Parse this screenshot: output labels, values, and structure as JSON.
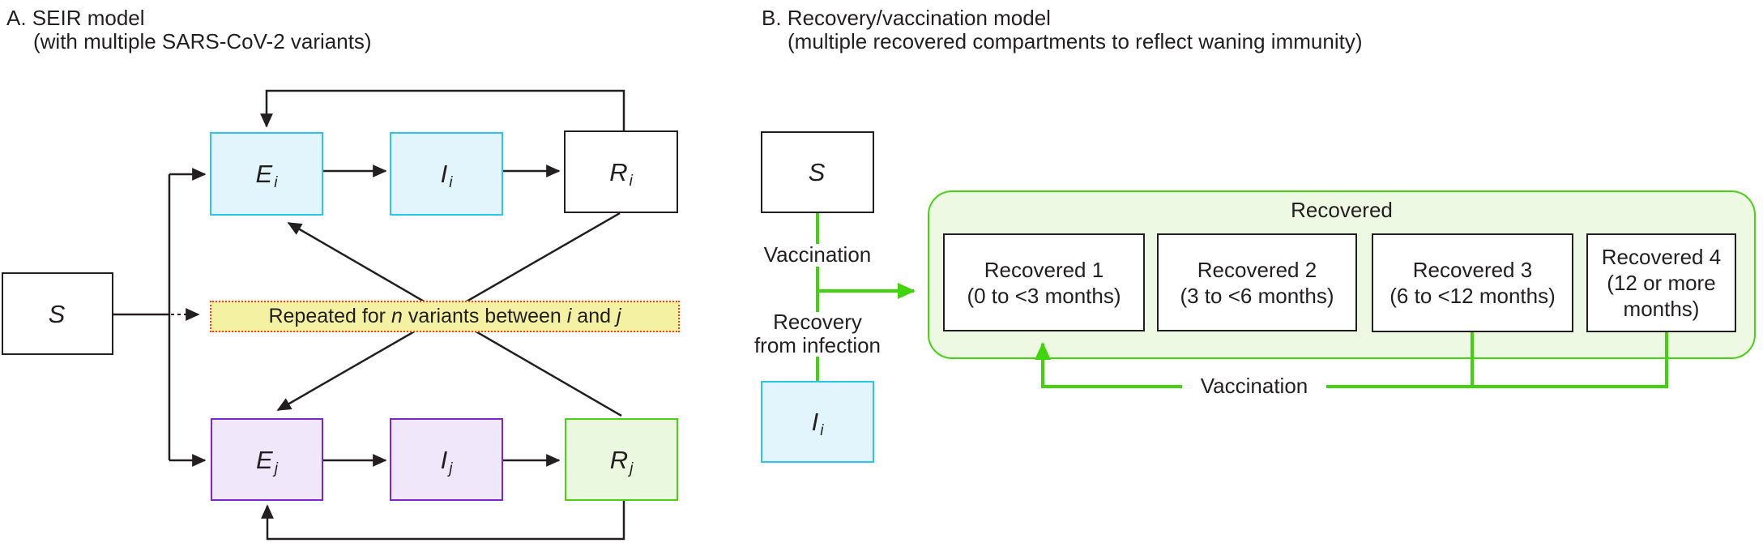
{
  "colors": {
    "black_line": "#231f20",
    "cyan_border": "#2ac6ef",
    "cyan_fill": "#e2f5fc",
    "purple_border": "#7b27cc",
    "purple_fill": "#f0e7fa",
    "green_border": "#47d312",
    "green_fill": "#eaf8e0",
    "group_fill": "#edf9e2",
    "green_arrow": "#3fd40c",
    "note_fill": "#f5f1a3",
    "note_border": "#fe3b1e"
  },
  "panel_a": {
    "title": [
      "A. SEIR model",
      "(with multiple SARS-CoV-2 variants)"
    ],
    "compartments": {
      "s": {
        "main": "S",
        "sub": ""
      },
      "e_i": {
        "main": "E",
        "sub": "i"
      },
      "i_i": {
        "main": "I",
        "sub": "i"
      },
      "r_i": {
        "main": "R",
        "sub": "i"
      },
      "e_j": {
        "main": "E",
        "sub": "j"
      },
      "i_j": {
        "main": "I",
        "sub": "j"
      },
      "r_j": {
        "main": "R",
        "sub": "j"
      }
    },
    "note_segments": [
      {
        "t": "Repeated for ",
        "italic": false
      },
      {
        "t": "n",
        "italic": true
      },
      {
        "t": " variants between ",
        "italic": false
      },
      {
        "t": "i",
        "italic": true
      },
      {
        "t": " and ",
        "italic": false
      },
      {
        "t": "j",
        "italic": true
      }
    ]
  },
  "panel_b": {
    "title": [
      "B. Recovery/vaccination model",
      "(multiple recovered compartments to reflect waning immunity)"
    ],
    "compartments": {
      "s": {
        "main": "S",
        "sub": ""
      },
      "i_i": {
        "main": "I",
        "sub": "i"
      }
    },
    "vaccination_label": "Vaccination",
    "recovery_label_line1": "Recovery",
    "recovery_label_line2": "from infection",
    "recovered_group_label": "Recovered",
    "recovered_boxes": [
      {
        "line1": "Recovered 1",
        "line2": "(0 to <3 months)"
      },
      {
        "line1": "Recovered 2",
        "line2": "(3 to <6 months)"
      },
      {
        "line1": "Recovered 3",
        "line2": "(6 to <12 months)"
      },
      {
        "line1": "Recovered 4",
        "line2": "(12 or more months)"
      }
    ],
    "vaccination_bottom_label": "Vaccination"
  }
}
